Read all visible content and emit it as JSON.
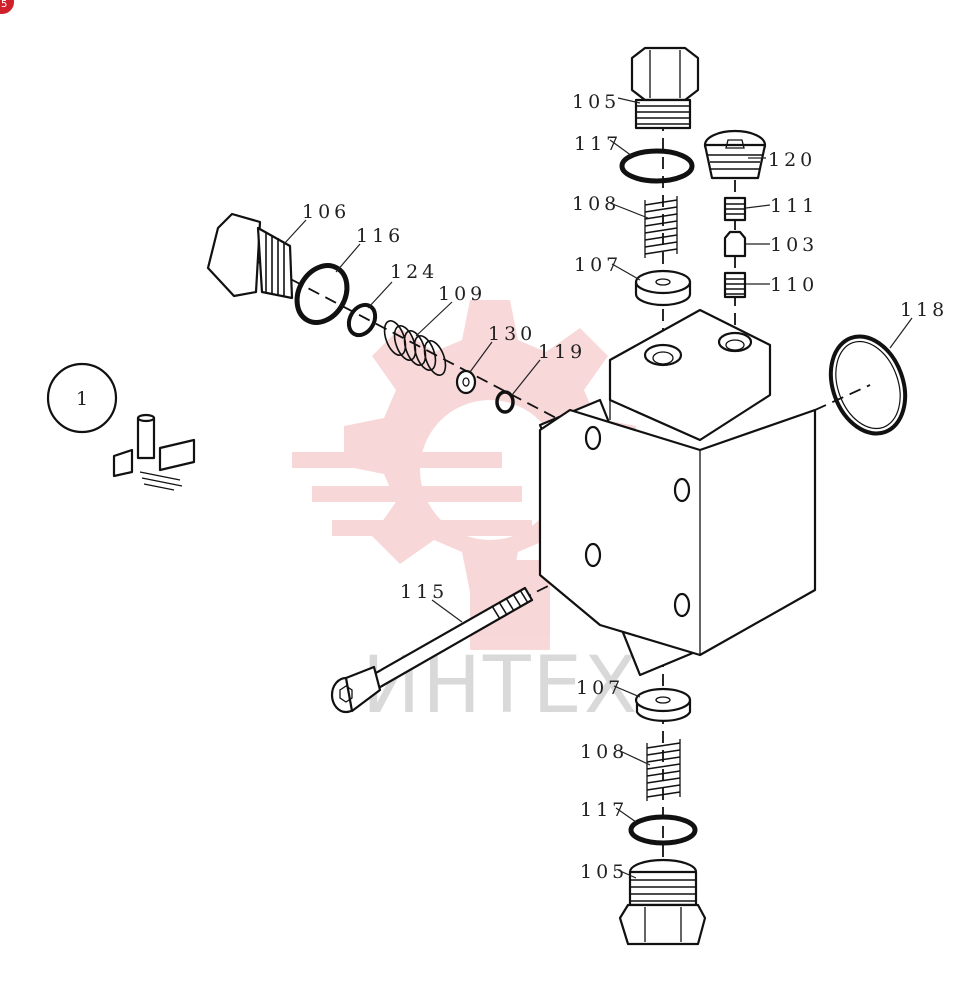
{
  "watermark": {
    "text": "ИНТЕХ",
    "color": "#f2b8b8"
  },
  "corner_badge": {
    "text": "5",
    "color": "#d0202a"
  },
  "detail_view": {
    "number": "1"
  },
  "parts": [
    {
      "id": "p105a",
      "label": "105"
    },
    {
      "id": "p117a",
      "label": "117"
    },
    {
      "id": "p120",
      "label": "120"
    },
    {
      "id": "p108a",
      "label": "108"
    },
    {
      "id": "p111",
      "label": "111"
    },
    {
      "id": "p103",
      "label": "103"
    },
    {
      "id": "p107a",
      "label": "107"
    },
    {
      "id": "p110",
      "label": "110"
    },
    {
      "id": "p106",
      "label": "106"
    },
    {
      "id": "p116",
      "label": "116"
    },
    {
      "id": "p124",
      "label": "124"
    },
    {
      "id": "p109",
      "label": "109"
    },
    {
      "id": "p130",
      "label": "130"
    },
    {
      "id": "p119",
      "label": "119"
    },
    {
      "id": "p118",
      "label": "118"
    },
    {
      "id": "p115",
      "label": "115"
    },
    {
      "id": "p107b",
      "label": "107"
    },
    {
      "id": "p108b",
      "label": "108"
    },
    {
      "id": "p117b",
      "label": "117"
    },
    {
      "id": "p105b",
      "label": "105"
    }
  ]
}
